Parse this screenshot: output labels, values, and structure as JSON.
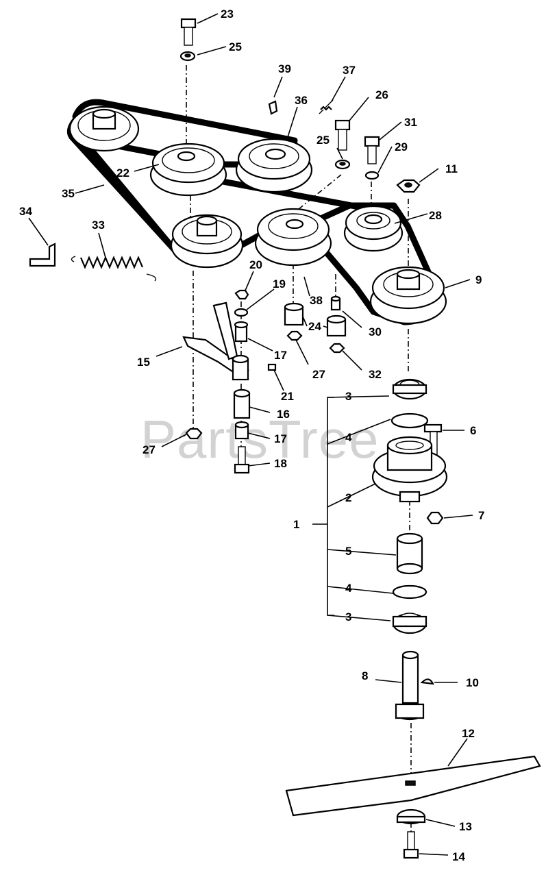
{
  "watermark": "PartsTree",
  "callouts": {
    "c1": "1",
    "c2": "2",
    "c3a": "3",
    "c3b": "3",
    "c4a": "4",
    "c4b": "4",
    "c5": "5",
    "c6": "6",
    "c7": "7",
    "c8": "8",
    "c9": "9",
    "c10": "10",
    "c11": "11",
    "c12": "12",
    "c13": "13",
    "c14": "14",
    "c15": "15",
    "c16": "16",
    "c17a": "17",
    "c17b": "17",
    "c18": "18",
    "c19": "19",
    "c20": "20",
    "c21": "21",
    "c22": "22",
    "c23": "23",
    "c24": "24",
    "c25a": "25",
    "c25b": "25",
    "c26": "26",
    "c27a": "27",
    "c27b": "27",
    "c28": "28",
    "c29": "29",
    "c30": "30",
    "c31": "31",
    "c32": "32",
    "c33": "33",
    "c34": "34",
    "c35": "35",
    "c36": "36",
    "c37": "37",
    "c38": "38",
    "c39": "39"
  }
}
